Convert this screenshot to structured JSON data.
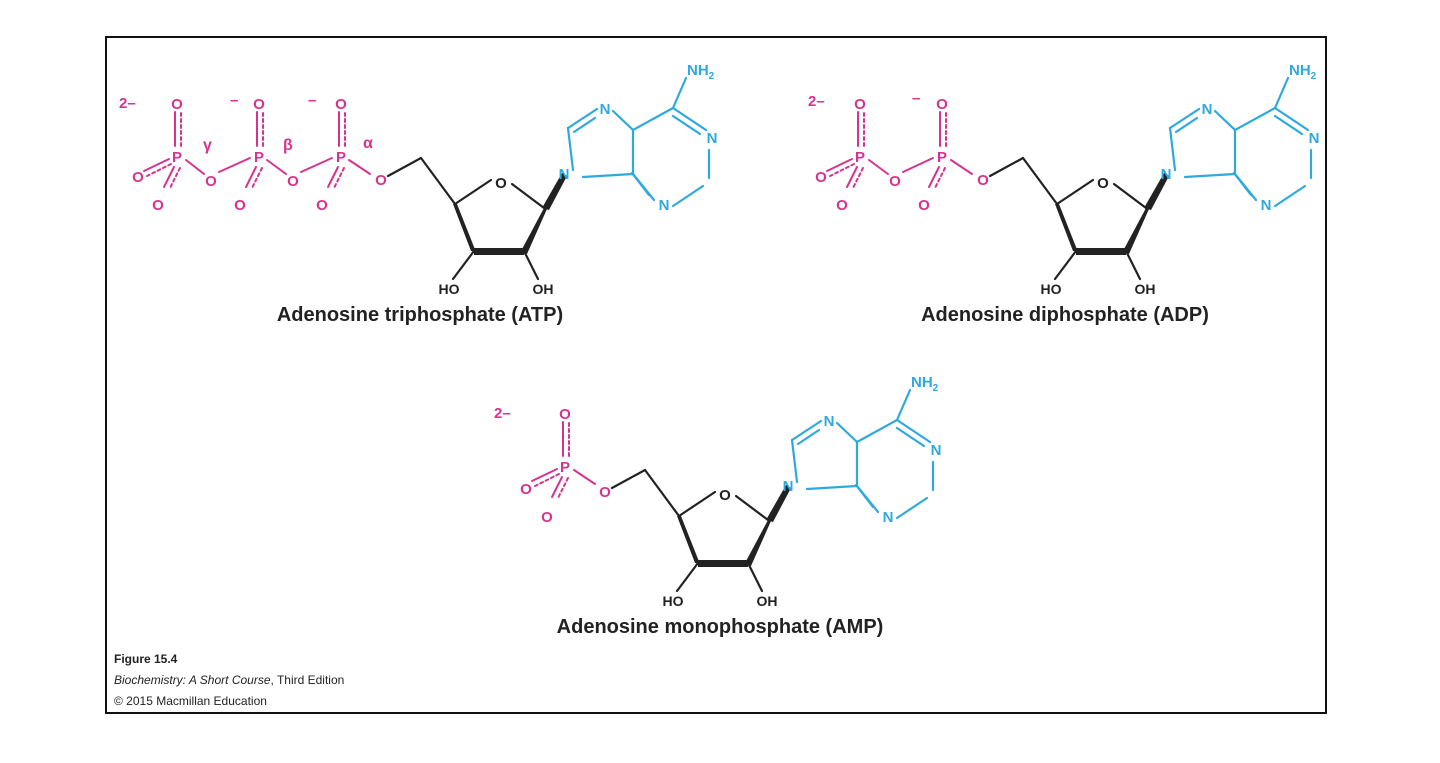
{
  "colors": {
    "phosphate": "#d6338f",
    "adenine": "#2ea9dd",
    "ribose": "#222222",
    "frame": "#111111"
  },
  "molecules": {
    "atp": {
      "name": "Adenosine triphosphate (ATP)",
      "charge": "2–",
      "minus_labels": [
        "–",
        "–"
      ],
      "greek": [
        "γ",
        "β",
        "α"
      ]
    },
    "adp": {
      "name": "Adenosine diphosphate (ADP)",
      "charge": "2–",
      "minus_labels": [
        "–"
      ]
    },
    "amp": {
      "name": "Adenosine monophosphate (AMP)",
      "charge": "2–"
    }
  },
  "atoms": {
    "phosphorus": "P",
    "oxygen": "O",
    "nitrogen": "N",
    "amine": "NH",
    "amine_sub": "2",
    "hydroxyl": "OH",
    "hydroxyl_left": "HO"
  },
  "caption": {
    "figure": "Figure 15.4",
    "book_italic": "Biochemistry: A Short Course",
    "book_rest": ", Third Edition",
    "copyright": "© 2015 Macmillan Education"
  }
}
